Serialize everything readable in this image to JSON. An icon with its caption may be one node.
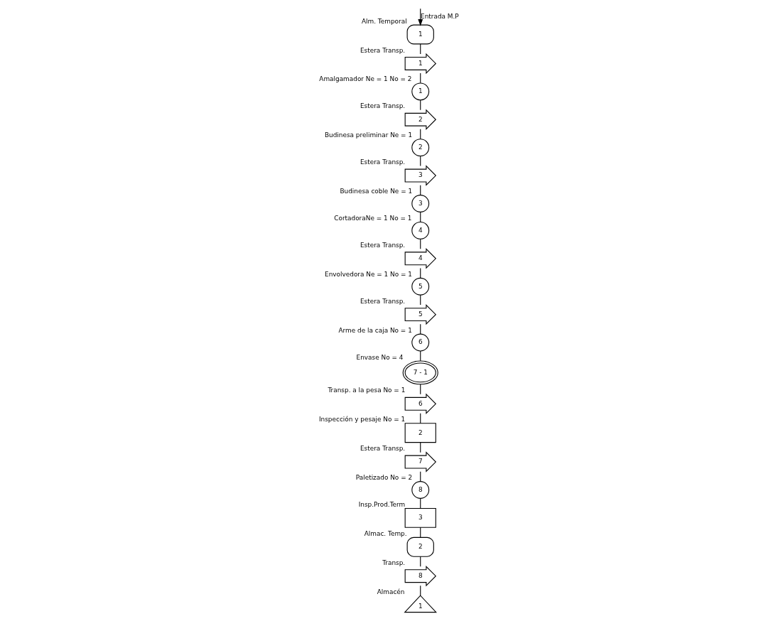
{
  "diagram": {
    "nodes": [
      {
        "text": [
          "1"
        ],
        "beside": [
          "Alm. Temporal"
        ]
      },
      {
        "text": [
          "1"
        ],
        "beside": [
          "Estera Transp."
        ]
      },
      {
        "text": [
          "1"
        ],
        "beside": [
          "Amalgamador Ne = 1 No = 2"
        ]
      },
      {
        "text": [
          "2"
        ],
        "beside": [
          "Estera Transp."
        ]
      },
      {
        "text": [
          "2"
        ],
        "beside": [
          "Budinesa preliminar Ne = 1"
        ]
      },
      {
        "text": [
          "3"
        ],
        "beside": [
          "Estera Transp."
        ]
      },
      {
        "text": [
          "3"
        ],
        "beside": [
          "Budinesa coble Ne = 1"
        ]
      },
      {
        "text": [
          "4"
        ],
        "beside": [
          "CortadoraNe = 1 No = 1"
        ]
      },
      {
        "text": [
          "4"
        ],
        "beside": [
          "Estera Transp."
        ]
      },
      {
        "text": [
          "5"
        ],
        "beside": [
          "Envolvedora Ne = 1 No = 1"
        ]
      },
      {
        "text": [
          "5"
        ],
        "beside": [
          "Estera Transp."
        ]
      },
      {
        "text": [
          "6"
        ],
        "beside": [
          "Arme de la caja No = 1"
        ]
      },
      {
        "text": [
          "7 - 1"
        ],
        "beside": [
          "Envase No = 4"
        ]
      },
      {
        "text": [
          "6"
        ],
        "beside": [
          "Transp. a la pesa No = 1"
        ]
      },
      {
        "text": [
          "2"
        ],
        "beside": [
          "Inspección y pesaje No = 1"
        ]
      },
      {
        "text": [
          "7"
        ],
        "beside": [
          "Estera Transp."
        ]
      },
      {
        "text": [
          "8"
        ],
        "beside": [
          "Paletizado No = 2"
        ]
      },
      {
        "text": [
          "3"
        ],
        "beside": [
          "Insp.Prod.Term"
        ]
      },
      {
        "text": [
          "2"
        ],
        "beside": [
          "Almac. Temp."
        ]
      },
      {
        "text": [
          "8"
        ],
        "beside": [
          "Transp."
        ]
      },
      {
        "text": [
          "1"
        ],
        "beside": [
          "Almacén"
        ]
      }
    ],
    "edges": [
      {
        "from": null,
        "to": 0,
        "arrow": "to",
        "label": "Entrada M.P"
      },
      {
        "from": 0,
        "to": 1,
        "arrow": "none"
      },
      {
        "from": 1,
        "to": 2,
        "arrow": "none"
      },
      {
        "from": 2,
        "to": 3,
        "arrow": "none"
      },
      {
        "from": 3,
        "to": 4,
        "arrow": "none"
      },
      {
        "from": 4,
        "to": 5,
        "arrow": "none"
      },
      {
        "from": 5,
        "to": 6,
        "arrow": "none"
      },
      {
        "from": 6,
        "to": 7,
        "arrow": "none"
      },
      {
        "from": 7,
        "to": 8,
        "arrow": "none"
      },
      {
        "from": 8,
        "to": 9,
        "arrow": "none"
      },
      {
        "from": 9,
        "to": 10,
        "arrow": "none"
      },
      {
        "from": 10,
        "to": 11,
        "arrow": "none"
      },
      {
        "from": 11,
        "to": 12,
        "arrow": "none"
      },
      {
        "from": 12,
        "to": 13,
        "arrow": "none"
      },
      {
        "from": 13,
        "to": 14,
        "arrow": "none"
      },
      {
        "from": 14,
        "to": 15,
        "arrow": "none"
      },
      {
        "from": 15,
        "to": 16,
        "arrow": "none"
      },
      {
        "from": 16,
        "to": 17,
        "arrow": "none"
      },
      {
        "from": 17,
        "to": 18,
        "arrow": "none"
      },
      {
        "from": 18,
        "to": 19,
        "arrow": "none"
      },
      {
        "from": 19,
        "to": 20,
        "arrow": "none"
      }
    ]
  }
}
